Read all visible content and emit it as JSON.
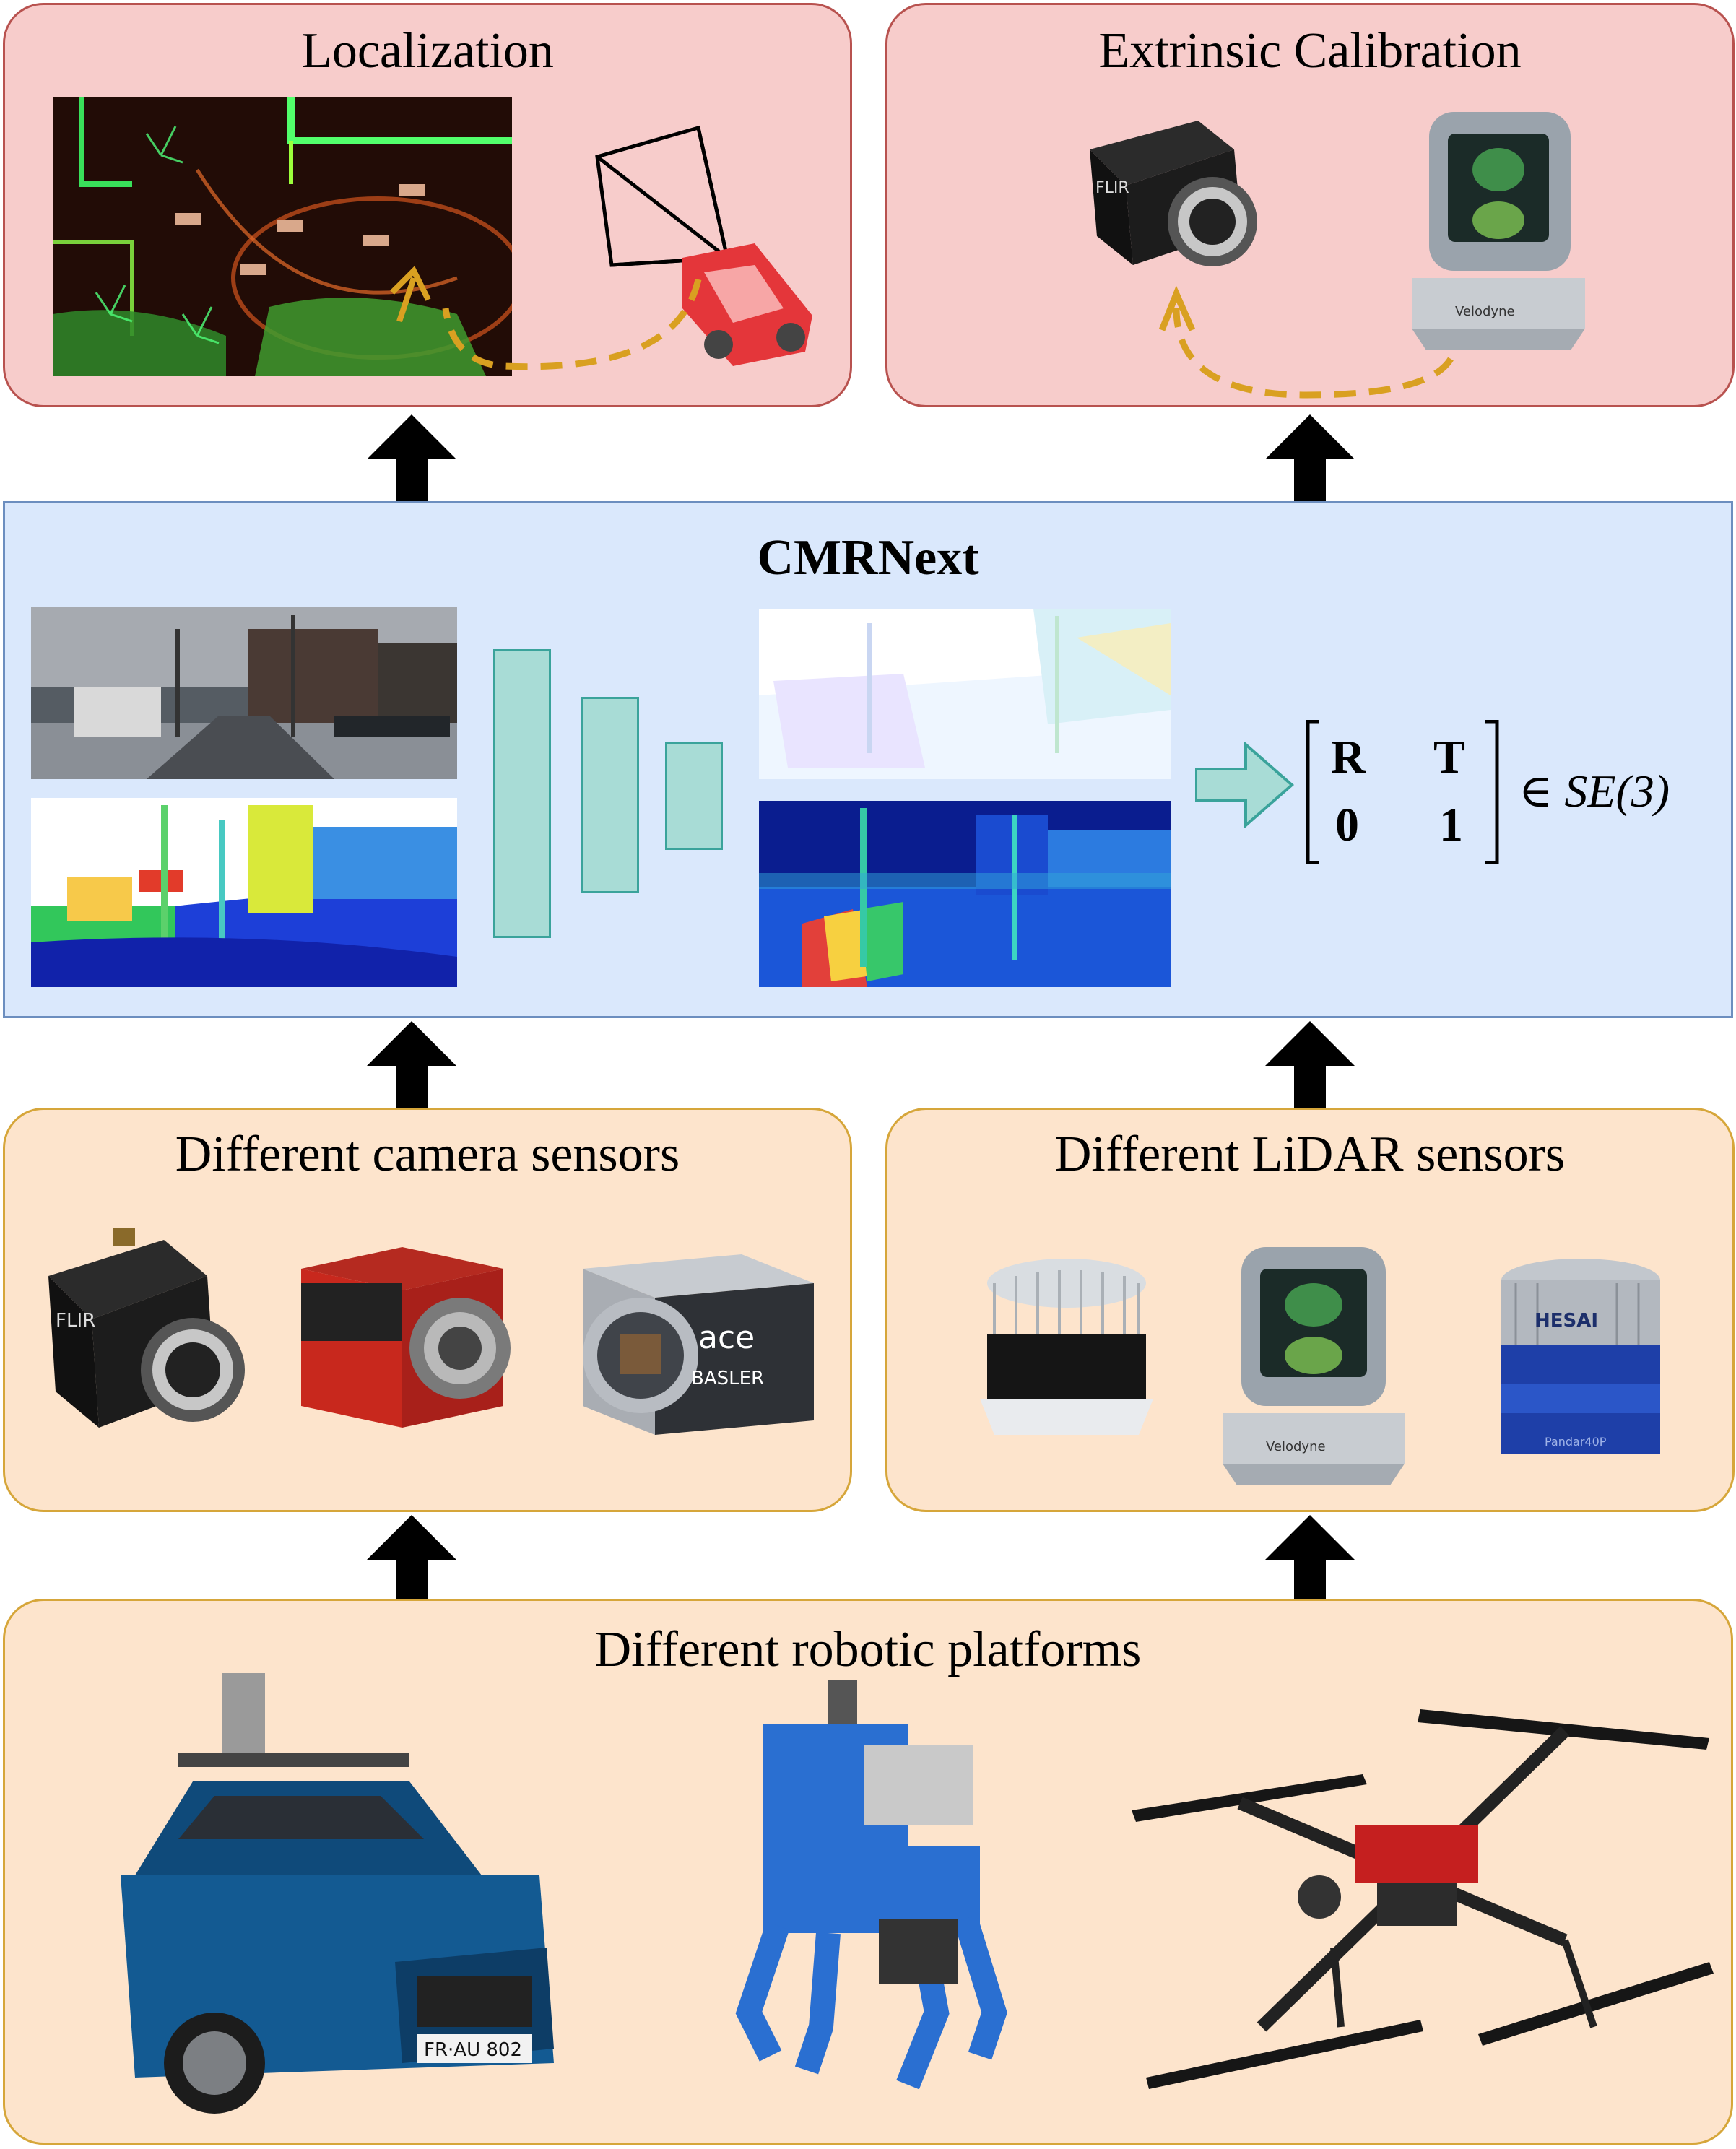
{
  "localization": {
    "title": "Localization"
  },
  "calibration": {
    "title": "Extrinsic Calibration"
  },
  "cmrnext": {
    "title": "CMRNext",
    "matrix": {
      "r00": "R",
      "r01": "T",
      "r10": "0",
      "r11": "1"
    },
    "membership": "∈ SE(3)"
  },
  "cameras": {
    "title": "Different camera sensors",
    "brands": {
      "flir": "FLIR",
      "ace": "ace",
      "basler": "BASLER"
    }
  },
  "lidars": {
    "title": "Different LiDAR sensors",
    "brands": {
      "velodyne": "Velodyne",
      "hesai": "HESAI",
      "pandar": "Pandar40P"
    }
  },
  "platforms": {
    "title": "Different robotic platforms",
    "plate": "FR·AU 802"
  },
  "colors": {
    "pink_fill": "#f7cccb",
    "pink_border": "#b8524f",
    "blue_fill": "#dae8fc",
    "blue_border": "#6c8ebf",
    "peach_fill": "#fde4cc",
    "peach_border": "#d6a63a",
    "layer_fill": "#a8dcd6",
    "layer_border": "#3aa39b",
    "dashed_arrow": "#d9a021"
  }
}
